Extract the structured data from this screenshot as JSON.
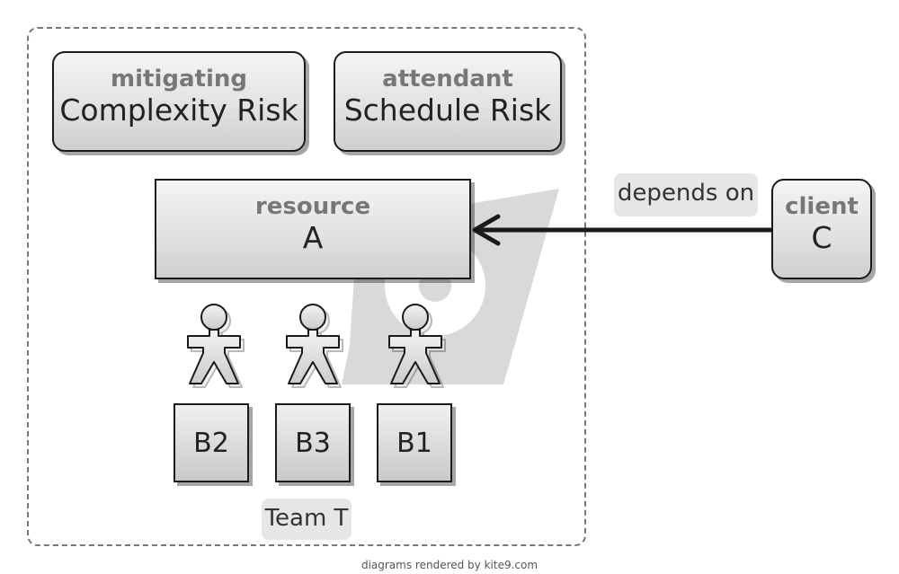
{
  "container": {
    "label": "Team T"
  },
  "risks": [
    {
      "stereotype": "mitigating",
      "name": "Complexity Risk"
    },
    {
      "stereotype": "attendant",
      "name": "Schedule Risk"
    }
  ],
  "resource": {
    "stereotype": "resource",
    "name": "A"
  },
  "client": {
    "stereotype": "client",
    "name": "C"
  },
  "edge": {
    "label": "depends on"
  },
  "members": [
    {
      "name": "B2"
    },
    {
      "name": "B3"
    },
    {
      "name": "B1"
    }
  ],
  "footer": "diagrams rendered by kite9.com",
  "colors": {
    "watermark": "#d9d9d9",
    "stroke": "#1a1a1a",
    "stereotype": "#777777"
  }
}
